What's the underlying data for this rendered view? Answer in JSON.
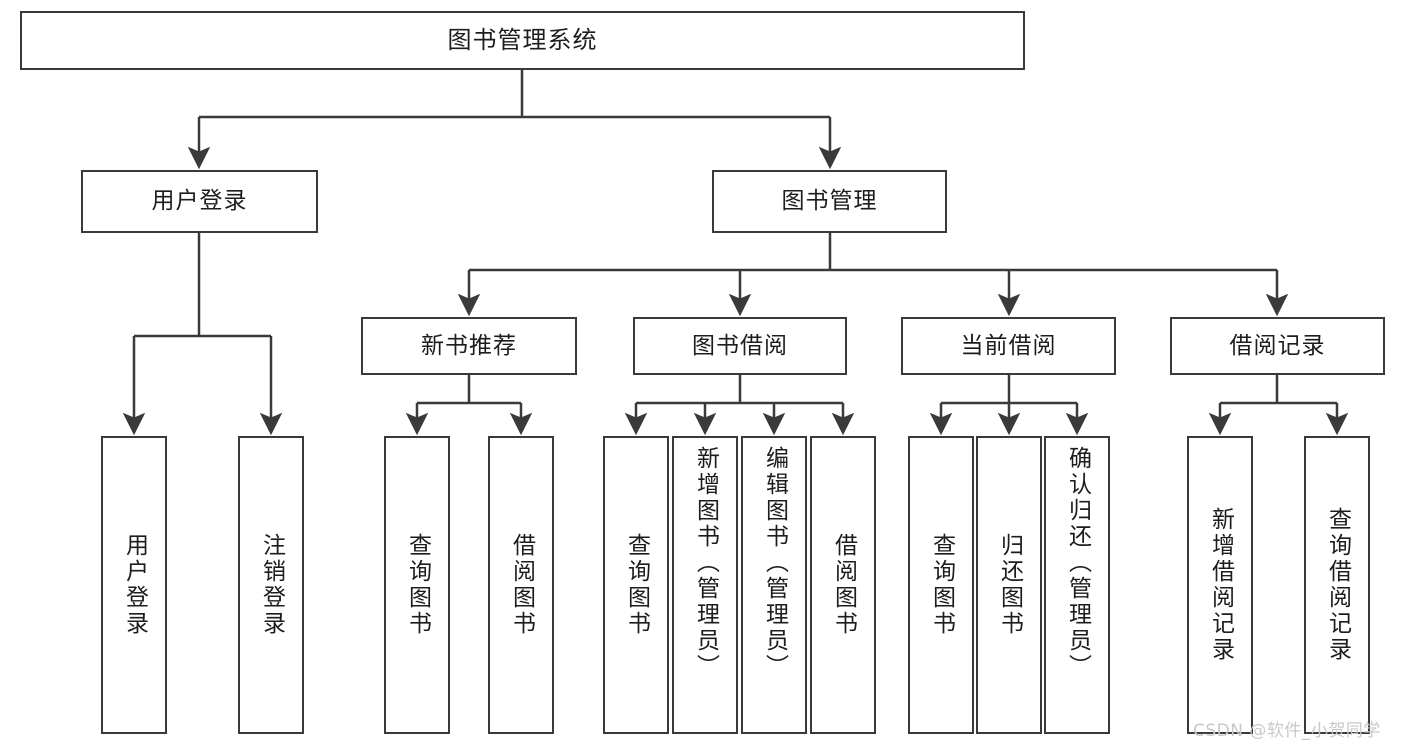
{
  "diagram": {
    "title": "图书管理系统",
    "type": "tree-hierarchy-chart",
    "watermark": "CSDN @软件_小贺同学",
    "colors": {
      "stroke": "#3a3a3a",
      "fill": "#ffffff",
      "text": "#1d1d1d",
      "watermark": "#c9c9c9"
    },
    "nodes": {
      "root": {
        "label": "图书管理系统"
      },
      "level2": [
        {
          "id": "user-login",
          "label": "用户登录"
        },
        {
          "id": "book-management",
          "label": "图书管理"
        }
      ],
      "level3": [
        {
          "id": "new-book-recommend",
          "label": "新书推荐"
        },
        {
          "id": "book-borrow",
          "label": "图书借阅"
        },
        {
          "id": "current-borrow",
          "label": "当前借阅"
        },
        {
          "id": "borrow-record",
          "label": "借阅记录"
        }
      ],
      "leaves": {
        "user-login": [
          {
            "id": "leaf-user-login",
            "label": "用户登录"
          },
          {
            "id": "leaf-user-logout",
            "label": "注销登录"
          }
        ],
        "new-book-recommend": [
          {
            "id": "leaf-query-book-1",
            "label": "查询图书"
          },
          {
            "id": "leaf-borrow-book-1",
            "label": "借阅图书"
          }
        ],
        "book-borrow": [
          {
            "id": "leaf-query-book-2",
            "label": "查询图书"
          },
          {
            "id": "leaf-add-book",
            "label": "新增图书（管理员）"
          },
          {
            "id": "leaf-edit-book",
            "label": "编辑图书（管理员）"
          },
          {
            "id": "leaf-borrow-book-2",
            "label": "借阅图书"
          }
        ],
        "current-borrow": [
          {
            "id": "leaf-query-book-3",
            "label": "查询图书"
          },
          {
            "id": "leaf-return-book",
            "label": "归还图书"
          },
          {
            "id": "leaf-confirm-return",
            "label": "确认归还（管理员）"
          }
        ],
        "borrow-record": [
          {
            "id": "leaf-add-record",
            "label": "新增借阅记录"
          },
          {
            "id": "leaf-query-record",
            "label": "查询借阅记录"
          }
        ]
      }
    }
  }
}
